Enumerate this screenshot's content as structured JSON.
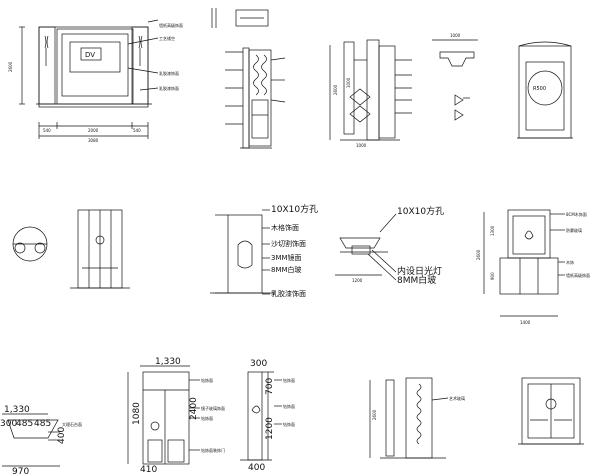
{
  "sheet": {
    "tv_wall": {
      "height": "2600",
      "notes": [
        "墙纸高级饰面",
        "工艺镂空",
        "乳胶漆饰面",
        "乳胶漆饰面"
      ],
      "dims": [
        "540",
        "2000",
        "540",
        "3080"
      ]
    },
    "tall_section": {
      "notes": [
        "",
        "",
        "",
        "",
        ""
      ]
    },
    "cabinet_section": {
      "dim_top": "1000",
      "height": "2600",
      "bottom": "1000"
    },
    "console": {
      "dim": "1000"
    },
    "arch_panel": {
      "label": "R500"
    },
    "wash_basin_elevation": {
      "notes": [
        "10X10方孔",
        "木格饰面",
        "沙切割饰面",
        "3MM镜面",
        "8MM白玻",
        "乳胶漆饰面"
      ]
    },
    "basin_plan": {
      "notes": [
        "10X10方孔",
        "内设日光灯",
        "8MM白玻"
      ],
      "dim": "1200"
    },
    "wine_cabinet": {
      "notes": [
        "8CM木饰面",
        "防雾玻璃",
        "木饰",
        "墙纸高级饰面"
      ],
      "dims": [
        "1300",
        "2600",
        "900",
        "1400"
      ]
    },
    "bar_counter": {
      "top": "1,330",
      "height": "1080",
      "height2": "2400",
      "bottom": "410",
      "notes": [
        "钻饰面",
        "镜子玻璃饰面",
        "钻饰面",
        "钻饰面装饰门"
      ]
    },
    "console_side": {
      "dims": [
        "300",
        "485",
        "485"
      ],
      "top": "1,330",
      "total": "970",
      "height": "400",
      "note": "大理石台面"
    },
    "shelf_section": {
      "top": "300",
      "dims": [
        "700",
        "1200"
      ],
      "bottom": "400",
      "notes": [
        "钻饰面",
        "钻饰面",
        "钻饰面"
      ]
    },
    "column": {
      "height": "2600",
      "note": "艺术玻璃"
    }
  }
}
